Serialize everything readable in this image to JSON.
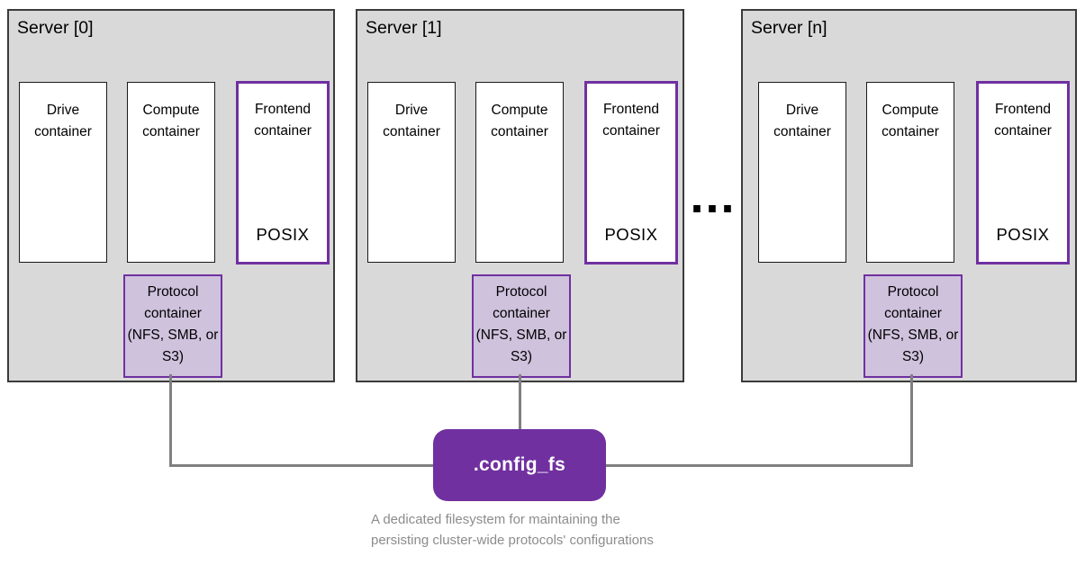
{
  "servers": [
    {
      "title": "Server [0]",
      "drive_label": "Drive container",
      "compute_label": "Compute container",
      "frontend_label": "Frontend container",
      "frontend_mode": "POSIX",
      "protocol_label": "Protocol container (NFS, SMB, or S3)"
    },
    {
      "title": "Server [1]",
      "drive_label": "Drive container",
      "compute_label": "Compute container",
      "frontend_label": "Frontend container",
      "frontend_mode": "POSIX",
      "protocol_label": "Protocol container (NFS, SMB, or S3)"
    },
    {
      "title": "Server [n]",
      "drive_label": "Drive container",
      "compute_label": "Compute container",
      "frontend_label": "Frontend container",
      "frontend_mode": "POSIX",
      "protocol_label": "Protocol container (NFS, SMB, or S3)"
    }
  ],
  "ellipsis": "...",
  "config_fs": {
    "label": ".config_fs",
    "caption_lines": [
      "A dedicated filesystem for maintaining the",
      "persisting cluster-wide protocols' configurations"
    ]
  },
  "colors": {
    "server_fill": "#d9d9d9",
    "server_border": "#3b3b3b",
    "accent_purple": "#7030a0",
    "protocol_fill": "#cfc2dd",
    "connector_gray": "#808080",
    "caption_gray": "#8c8c8c",
    "config_text": "#ffffff"
  }
}
